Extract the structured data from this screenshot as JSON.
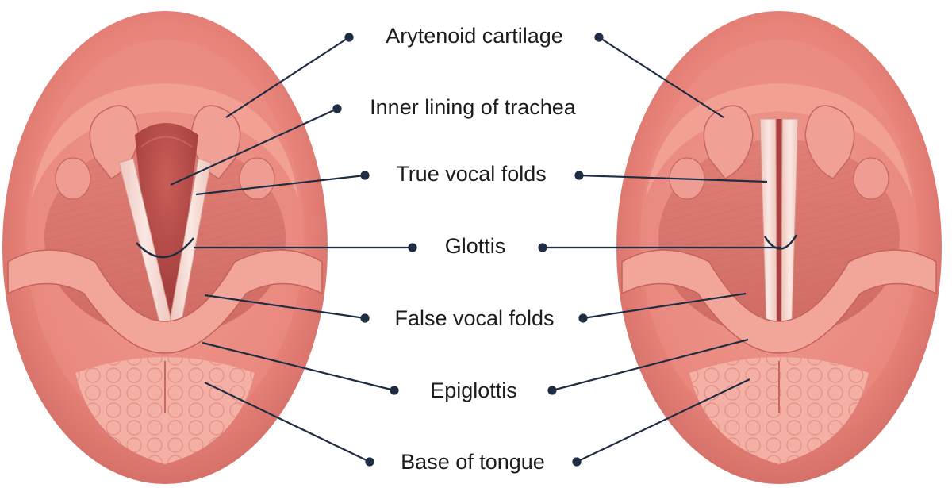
{
  "labels": {
    "arytenoid": "Arytenoid cartilage",
    "trachea_lining": "Inner lining of trachea",
    "true_folds": "True vocal folds",
    "glottis": "Glottis",
    "false_folds": "False vocal folds",
    "epiglottis": "Epiglottis",
    "tongue_base": "Base of tongue"
  },
  "colors": {
    "tissue": "#e8837a",
    "tissue_light": "#f2a89c",
    "tissue_dark": "#c55d55",
    "cavity": "#b84a47",
    "cord": "#f6dcd6",
    "leader": "#1f2d44"
  }
}
